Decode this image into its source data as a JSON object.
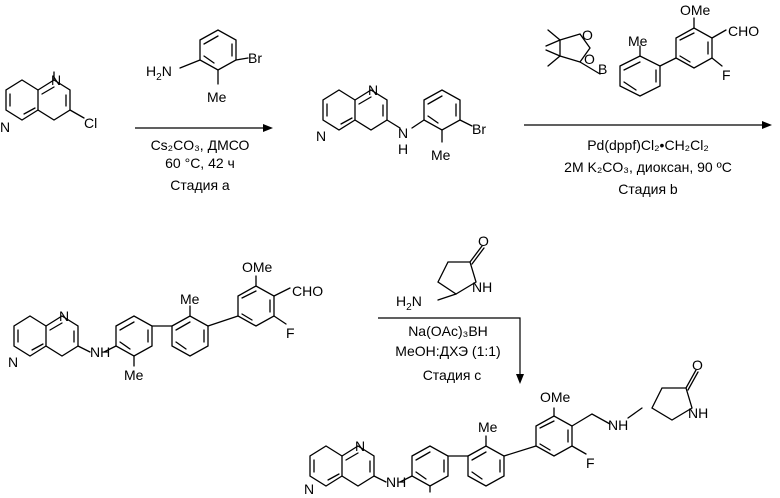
{
  "atoms": {
    "n": "N",
    "h": "H",
    "cl": "Cl",
    "br": "Br",
    "me": "Me",
    "f": "F",
    "o": "O",
    "b": "B",
    "ome": "OMe",
    "cho": "CHO",
    "h2": "H",
    "sub2": "2"
  },
  "step_a": {
    "line1": "Cs₂CO₃, ДМСО",
    "line2": "60 °C, 42 ч",
    "label": "Стадия a"
  },
  "step_b": {
    "line1": "Pd(dppf)Cl₂•CH₂Cl₂",
    "line2": "2M K₂CO₃, диоксан, 90 ºC",
    "label": "Стадия b"
  },
  "step_c": {
    "line1": "Na(OAc)₃BH",
    "line2": "MeOH:ДХЭ (1:1)",
    "label": "Стадия c"
  }
}
